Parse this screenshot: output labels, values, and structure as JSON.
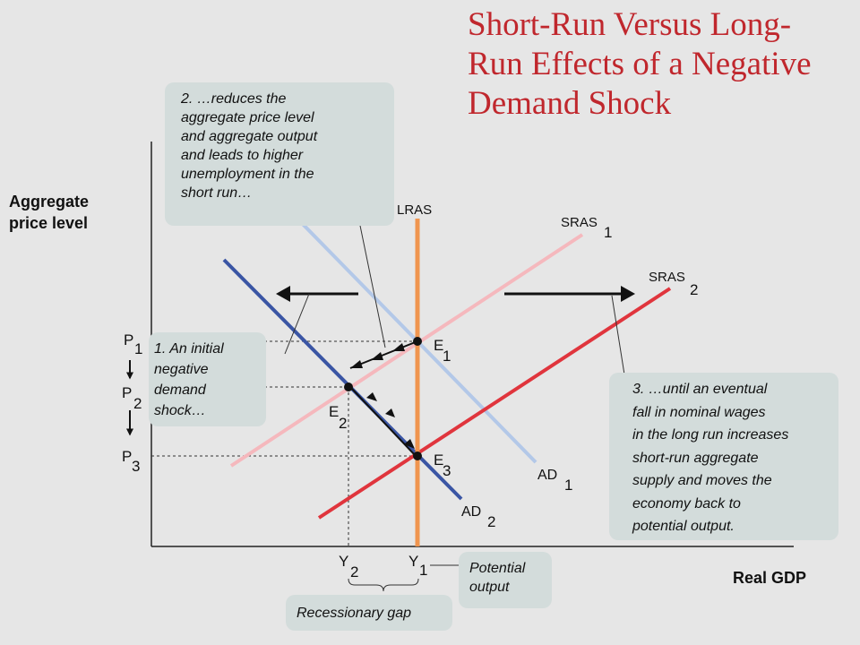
{
  "title_lines": [
    "Short-Run Versus Long-",
    "Run Effects of a Negative",
    "Demand Shock"
  ],
  "axes": {
    "y_title_lines": [
      "Aggregate",
      "price level"
    ],
    "x_title": "Real GDP"
  },
  "curve_labels": {
    "lras": "LRAS",
    "sras1": {
      "main": "SRAS",
      "sub": "1"
    },
    "sras2": {
      "main": "SRAS",
      "sub": "2"
    },
    "ad1": {
      "main": "AD",
      "sub": "1"
    },
    "ad2": {
      "main": "AD",
      "sub": "2"
    }
  },
  "points": {
    "e1": {
      "main": "E",
      "sub": "1"
    },
    "e2": {
      "main": "E",
      "sub": "2"
    },
    "e3": {
      "main": "E",
      "sub": "3"
    }
  },
  "price_ticks": {
    "p1": {
      "main": "P",
      "sub": "1"
    },
    "p2": {
      "main": "P",
      "sub": "2"
    },
    "p3": {
      "main": "P",
      "sub": "3"
    }
  },
  "output_ticks": {
    "y1": {
      "main": "Y",
      "sub": "1"
    },
    "y2": {
      "main": "Y",
      "sub": "2"
    }
  },
  "callouts": {
    "step1_lines": [
      "1. An initial",
      "negative",
      "demand",
      "shock…"
    ],
    "step2_lines": [
      "2. …reduces the",
      "aggregate price level",
      "and aggregate output",
      "and leads to higher",
      "unemployment in the",
      "short run…"
    ],
    "step3_lines": [
      "3. …until an eventual",
      "fall in nominal wages",
      "in the long run increases",
      "short-run aggregate",
      "supply and moves the",
      "economy back to",
      "potential output."
    ],
    "potential_output_lines": [
      "Potential",
      "output"
    ],
    "recessionary_gap": "Recessionary gap"
  },
  "colors": {
    "title": "#c0272d",
    "lras": "#f0954f",
    "sras1": "#f5b8bd",
    "sras2": "#e0353d",
    "ad1": "#b3c8e8",
    "ad2": "#3a55a4",
    "callout_bg": "#d3dcdb",
    "background": "#e6e6e6"
  },
  "chart_data": {
    "type": "line",
    "title": "Short-Run Versus Long-Run Effects of a Negative Demand Shock",
    "xlabel": "Real GDP",
    "ylabel": "Aggregate price level",
    "series": [
      {
        "name": "LRAS"
      },
      {
        "name": "SRAS1"
      },
      {
        "name": "SRAS2"
      },
      {
        "name": "AD1"
      },
      {
        "name": "AD2"
      }
    ],
    "equilibria": [
      "E1",
      "E2",
      "E3"
    ],
    "x_ticks": [
      "Y2",
      "Y1"
    ],
    "y_ticks": [
      "P1",
      "P2",
      "P3"
    ],
    "grid": false,
    "legend": "none"
  }
}
